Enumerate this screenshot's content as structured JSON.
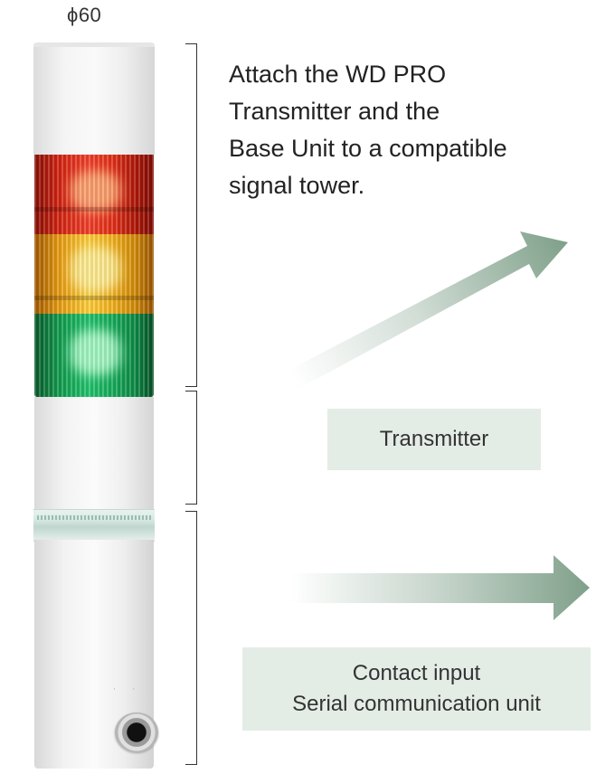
{
  "diameter_label": "ϕ60",
  "description_lines": [
    "Attach the WD PRO",
    "Transmitter and the",
    "Base Unit to a compatible",
    "signal tower."
  ],
  "transmitter_label": "Transmitter",
  "contact_unit_lines": [
    "Contact input",
    "Serial communication unit"
  ],
  "colors": {
    "label_box_bg": "#e4ece6",
    "arrow": "#7fa08a",
    "tower_red": "#e43018",
    "tower_amber": "#f3b21e",
    "tower_green": "#17ad5b"
  }
}
